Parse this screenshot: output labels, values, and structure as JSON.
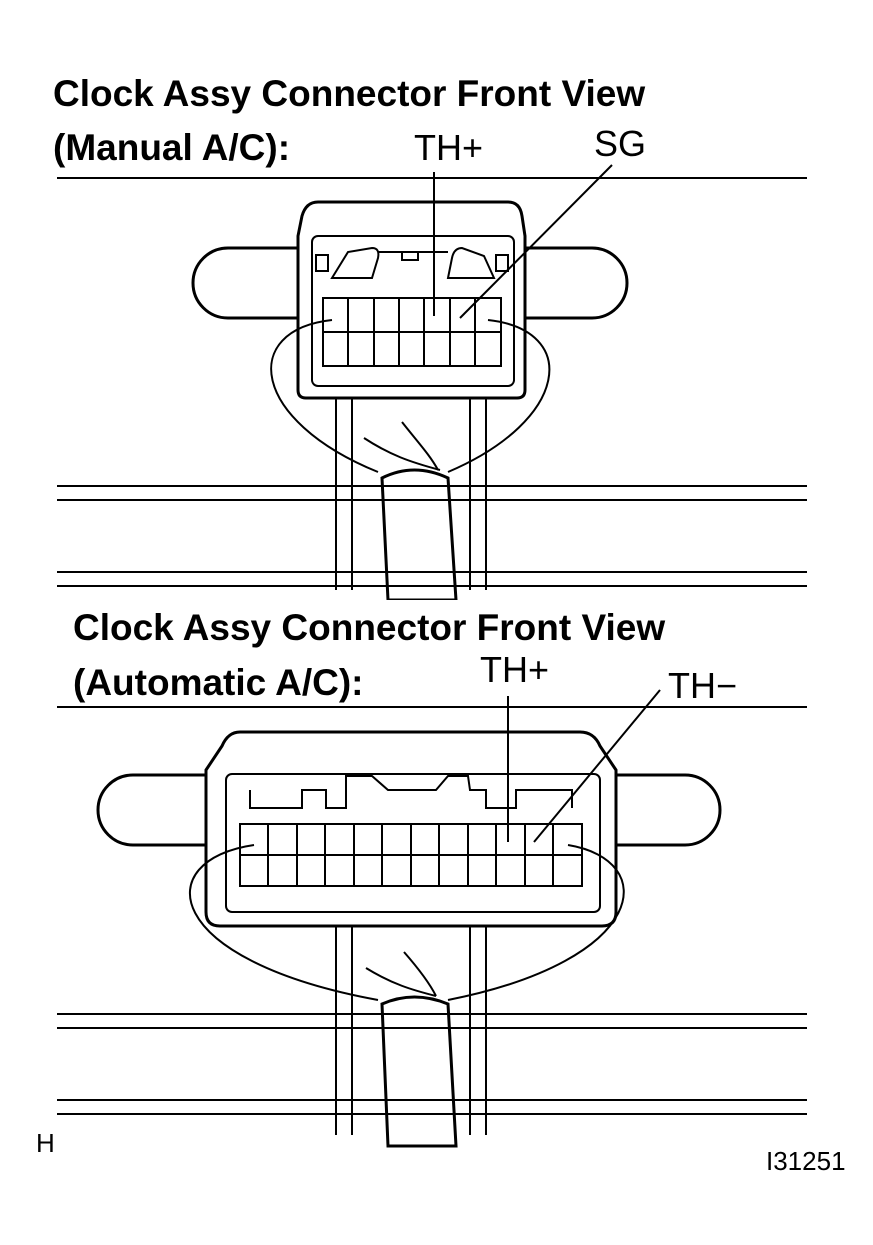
{
  "figure_code": "I31251",
  "corner_mark": "H",
  "manual_view": {
    "title_line1": "Clock Assy Connector Front View",
    "title_line2": "(Manual A/C):",
    "terminals": {
      "th_plus": "TH+",
      "sg": "SG"
    }
  },
  "automatic_view": {
    "title_line1": "Clock Assy Connector Front View",
    "title_line2": "(Automatic A/C):",
    "terminals": {
      "th_plus": "TH+",
      "th_minus": "TH−"
    }
  }
}
